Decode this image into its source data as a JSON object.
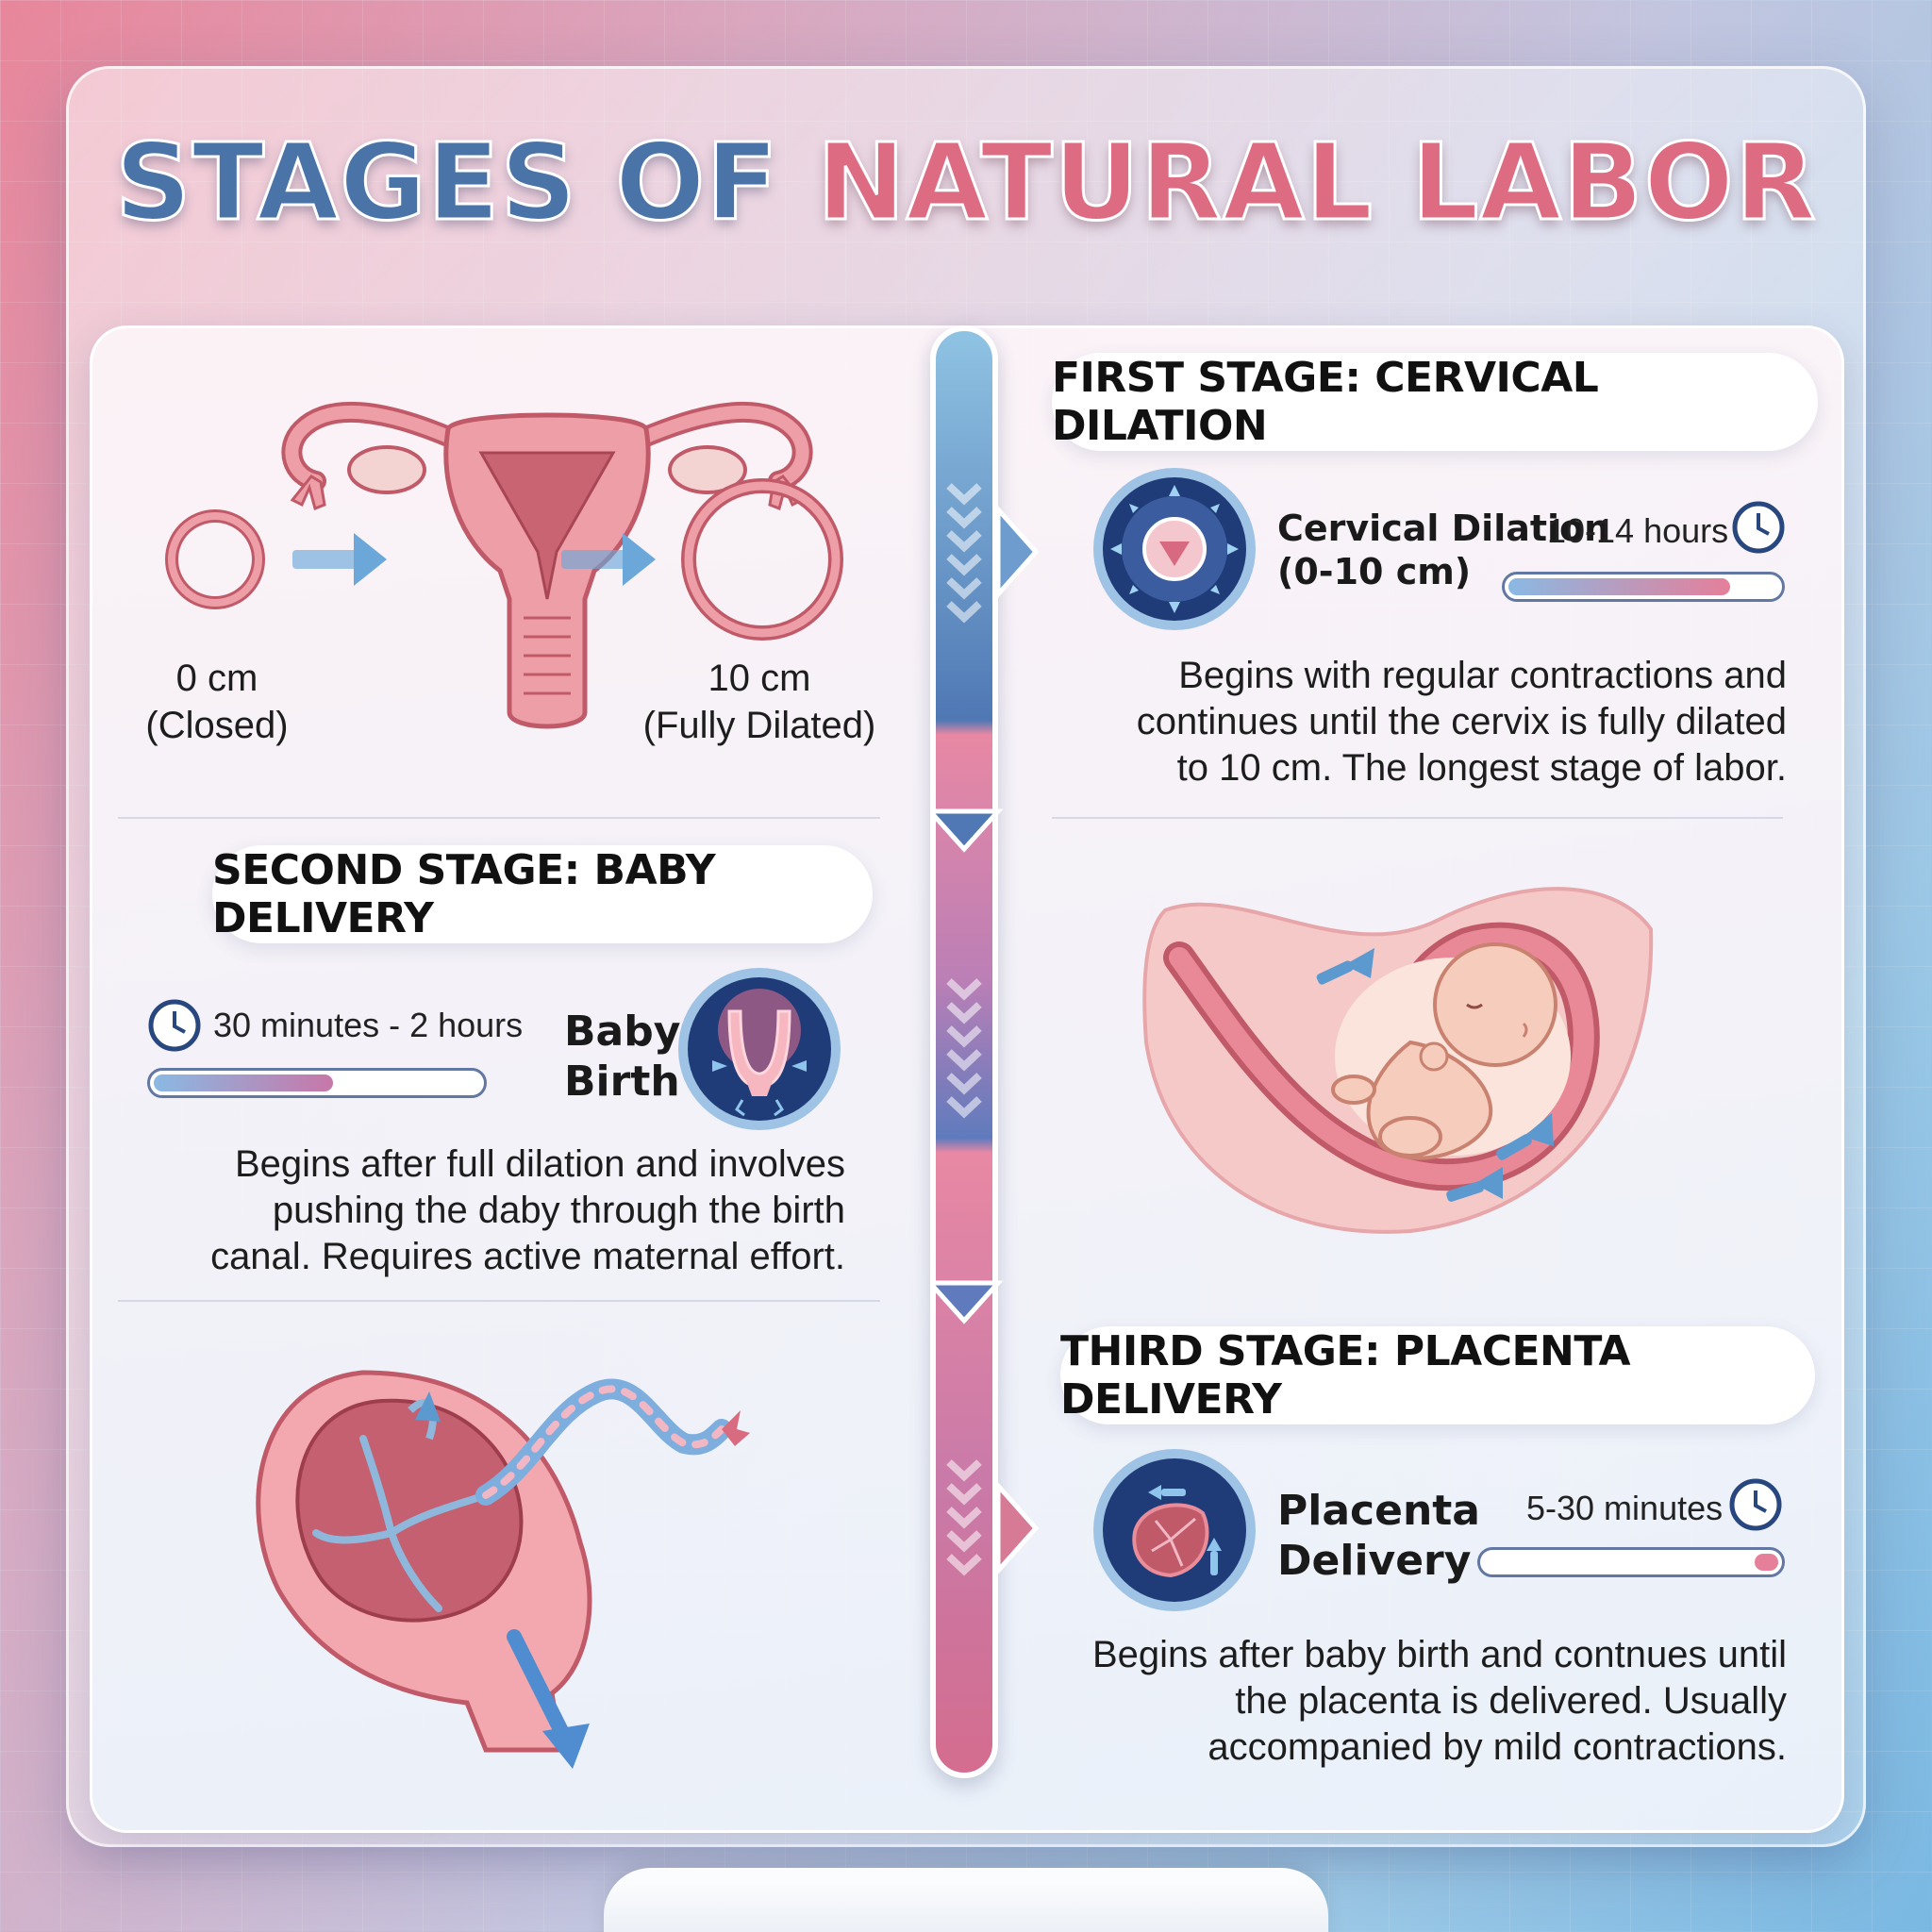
{
  "title": {
    "part1": "STAGES OF",
    "part2": "NATURAL LABOR"
  },
  "first_stage": {
    "heading": "FIRST STAGE: CERVICAL DILATION",
    "label_line1": "Cervical Dilation",
    "label_line2": "(0-10 cm)",
    "duration": "10-14 hours",
    "progress": 0.82,
    "description_lines": [
      "Begins with regular contractions and",
      "continues until the cervix is fully dilated",
      "to 10 cm. The longest stage of labor."
    ],
    "icon": "cervix-icon"
  },
  "dilation_illustration": {
    "start_label_line1": "0 cm",
    "start_label_line2": "(Closed)",
    "end_label_line1": "10 cm",
    "end_label_line2": "(Fully Dilated)"
  },
  "second_stage": {
    "heading": "SECOND STAGE: BABY DELIVERY",
    "label_line1": "Baby",
    "label_line2": "Birth",
    "duration": "30 minutes - 2 hours",
    "progress": 0.55,
    "description_lines": [
      "Begins after full dilation and involves",
      "pushing the daby through the birth",
      "canal. Requires active maternal effort."
    ],
    "icon": "baby-birth-icon"
  },
  "third_stage": {
    "heading": "THIRD STAGE: PLACENTA DELIVERY",
    "label_line1": "Placenta",
    "label_line2": "Delivery",
    "duration": "5-30 minutes",
    "progress": 0.08,
    "description_lines": [
      "Begins after baby birth and contnues until",
      "the placenta is delivered. Usually",
      "accompanied by mild contractions."
    ],
    "icon": "placenta-icon"
  },
  "colors": {
    "blue": "#4a73a8",
    "pink": "#dd6c83",
    "tissue": "#e9a0a6",
    "tissue_dark": "#c15a68"
  }
}
